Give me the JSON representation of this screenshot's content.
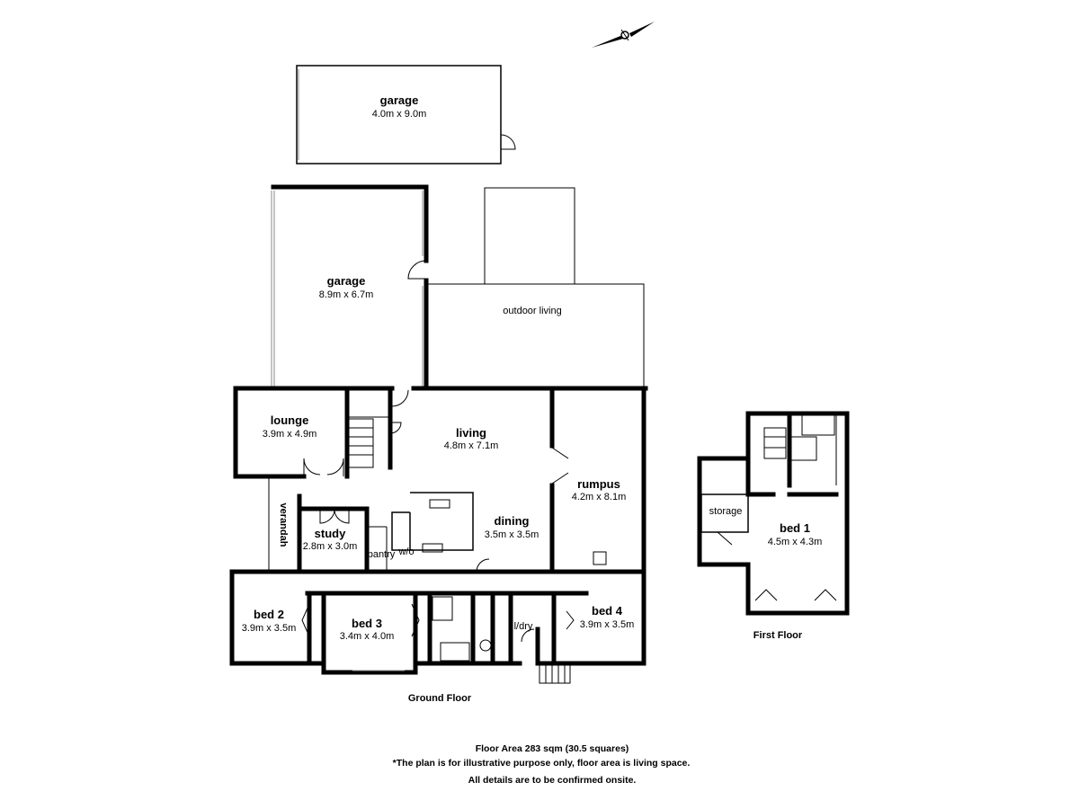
{
  "rooms": {
    "garage_detached": {
      "name": "garage",
      "dims": "4.0m x 9.0m"
    },
    "garage_main": {
      "name": "garage",
      "dims": "8.9m x 6.7m"
    },
    "outdoor_living": {
      "name": "outdoor living"
    },
    "lounge": {
      "name": "lounge",
      "dims": "3.9m x 4.9m"
    },
    "living": {
      "name": "living",
      "dims": "4.8m x 7.1m"
    },
    "rumpus": {
      "name": "rumpus",
      "dims": "4.2m x 8.1m"
    },
    "dining": {
      "name": "dining",
      "dims": "3.5m x 3.5m"
    },
    "study": {
      "name": "study",
      "dims": "2.8m x 3.0m"
    },
    "verandah": {
      "name": "verandah"
    },
    "pantry": {
      "name": "pantry"
    },
    "wo": {
      "name": "w/o"
    },
    "bed2": {
      "name": "bed 2",
      "dims": "3.9m x 3.5m"
    },
    "bed3": {
      "name": "bed 3",
      "dims": "3.4m x 4.0m"
    },
    "ldry": {
      "name": "l/dry"
    },
    "bed4": {
      "name": "bed 4",
      "dims": "3.9m x 3.5m"
    },
    "storage": {
      "name": "storage"
    },
    "bed1": {
      "name": "bed 1",
      "dims": "4.5m x 4.3m"
    }
  },
  "labels": {
    "ground_floor": "Ground Floor",
    "first_floor": "First Floor"
  },
  "footer": {
    "area": "Floor Area 283 sqm (30.5 squares)",
    "disclaimer": "*The plan is for illustrative purpose only, floor area is living space.",
    "confirm": "All details are to be confirmed onsite."
  },
  "compass": {
    "icon": "north-arrow-icon"
  }
}
